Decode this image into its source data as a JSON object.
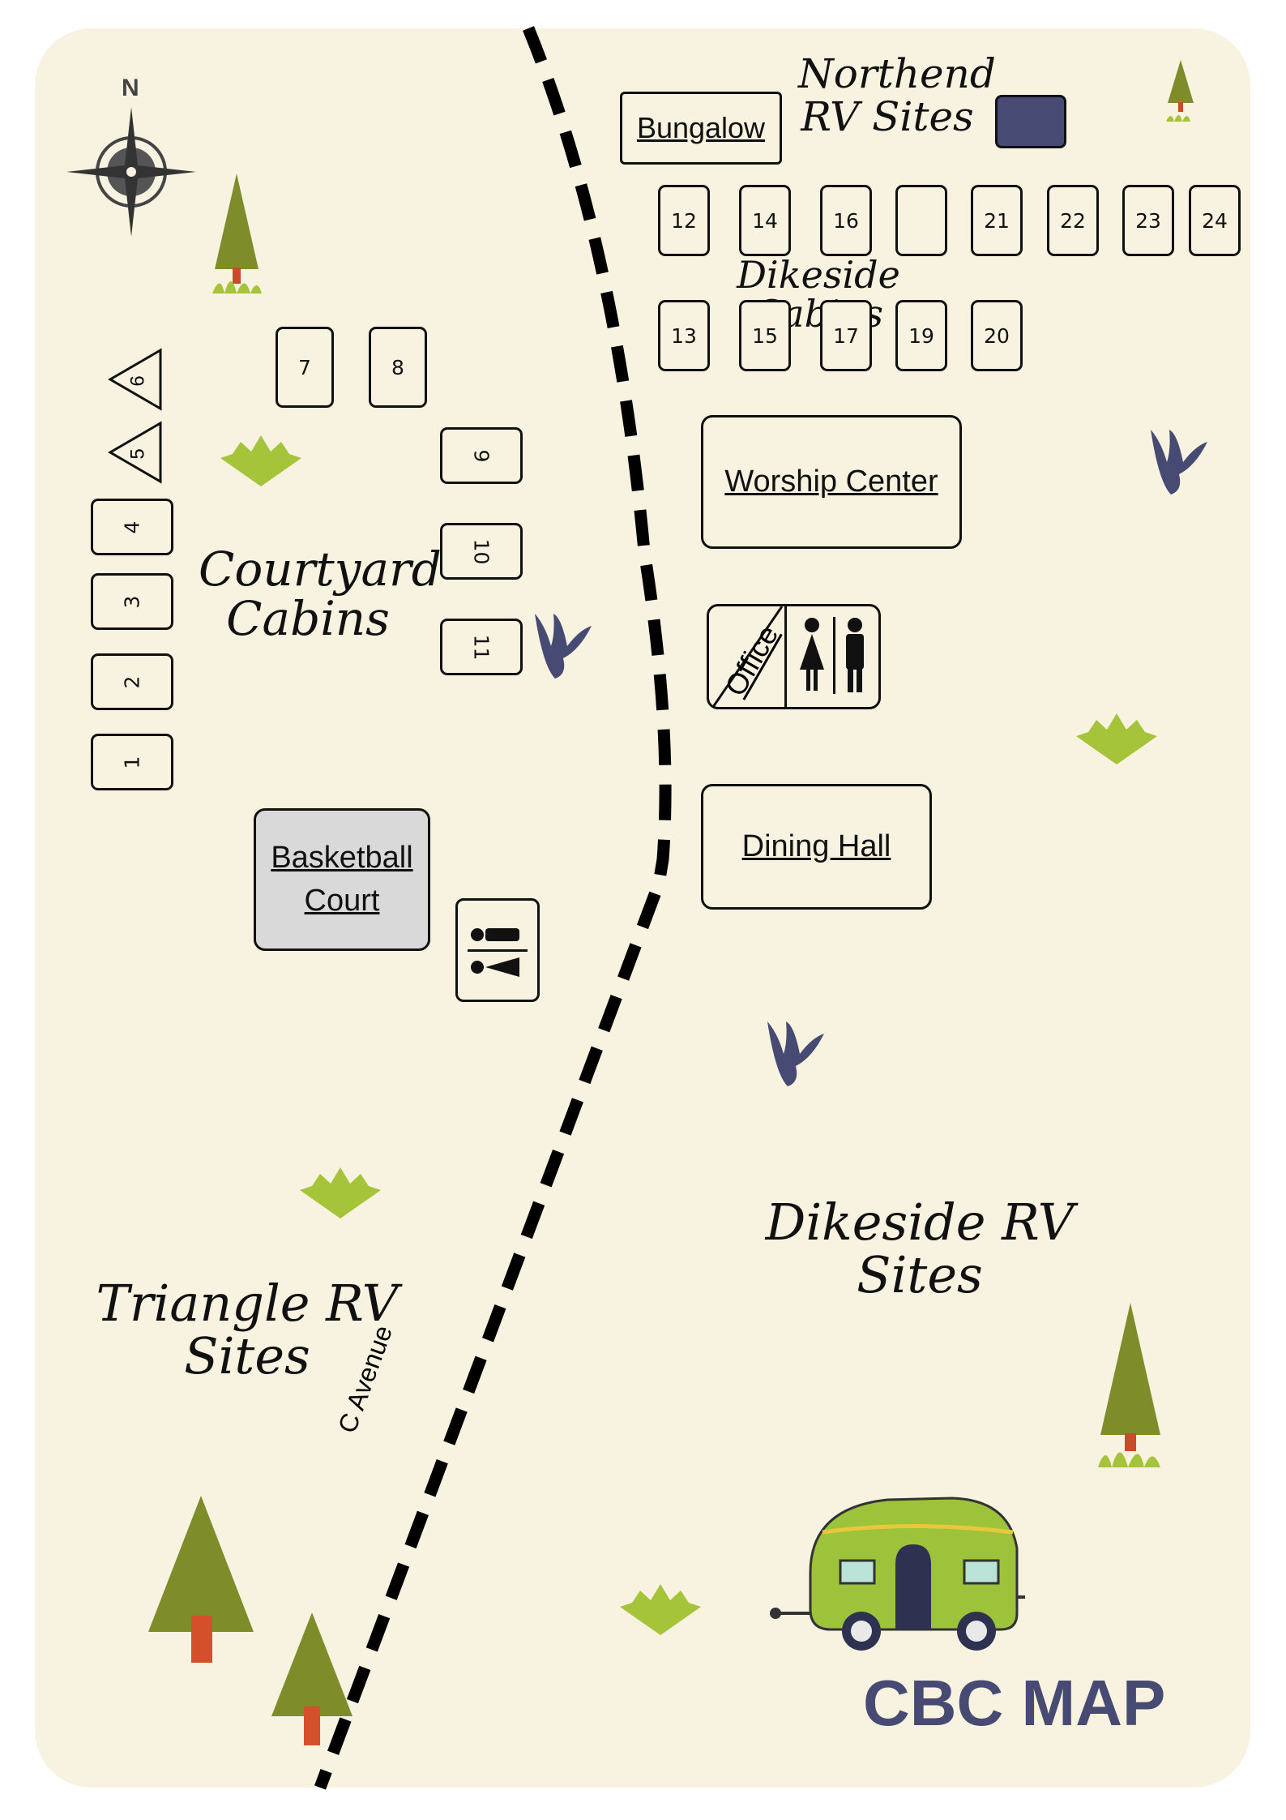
{
  "title": "CBC MAP",
  "compass": {
    "north_label": "N"
  },
  "road": {
    "label": "C Avenue"
  },
  "areas": {
    "northend": "Northend RV Sites",
    "dikeside_cabins": "Dikeside Cabins",
    "courtyard_cabins": "Courtyard Cabins",
    "triangle_rv": "Triangle RV Sites",
    "dikeside_rv": "Dikeside RV Sites"
  },
  "buildings": {
    "bungalow": "Bungalow",
    "worship_center": "Worship Center",
    "office": "Office",
    "dining_hall": "Dining Hall",
    "basketball_court": "Basketball Court"
  },
  "cabins": {
    "courtyard_left": [
      "1",
      "2",
      "3",
      "4"
    ],
    "courtyard_triangles": [
      "5",
      "6"
    ],
    "courtyard_top": [
      "7",
      "8"
    ],
    "courtyard_right": [
      "9",
      "10",
      "11"
    ],
    "dikeside_top": [
      "12",
      "14",
      "16",
      "",
      "21",
      "22",
      "23",
      "24"
    ],
    "dikeside_bottom": [
      "13",
      "15",
      "17",
      "19",
      "20"
    ]
  },
  "colors": {
    "background": "#f7f3e0",
    "navy": "#474a72",
    "tree_green": "#7e8c2a",
    "bush_green": "#a5c43a",
    "court_gray": "#d9d9d9"
  }
}
